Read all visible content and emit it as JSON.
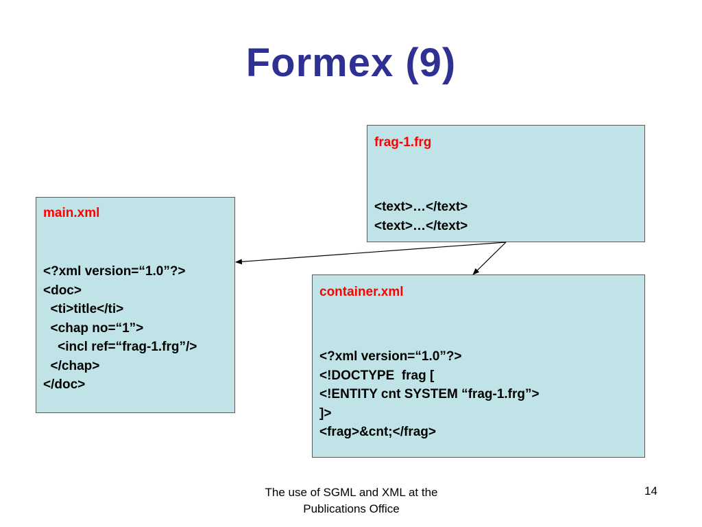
{
  "slide": {
    "title": "Formex (9)",
    "footer_lines": [
      "The use of SGML and XML at the",
      "Publications Office"
    ],
    "page_number": "14"
  },
  "boxes": {
    "main": {
      "filename": "main.xml",
      "lines": [
        "<?xml version=“1.0”?>",
        "<doc>",
        "  <ti>title</ti>",
        "  <chap no=“1”>",
        "    <incl ref=“frag-1.frg”/>",
        "  </chap>",
        "</doc>"
      ]
    },
    "fragment": {
      "filename": "frag-1.frg",
      "lines": [
        "<text>…</text>",
        "<text>…</text>"
      ]
    },
    "container": {
      "filename": "container.xml",
      "lines": [
        "<?xml version=“1.0”?>",
        "<!DOCTYPE  frag [",
        "<!ENTITY cnt SYSTEM “frag-1.frg”>",
        "]>",
        "<frag>&cnt;</frag>"
      ]
    }
  },
  "colors": {
    "title": "#2e3192",
    "filename": "#ff0000",
    "box_fill": "#bfe3e6",
    "box_border": "#5a5a5a"
  }
}
